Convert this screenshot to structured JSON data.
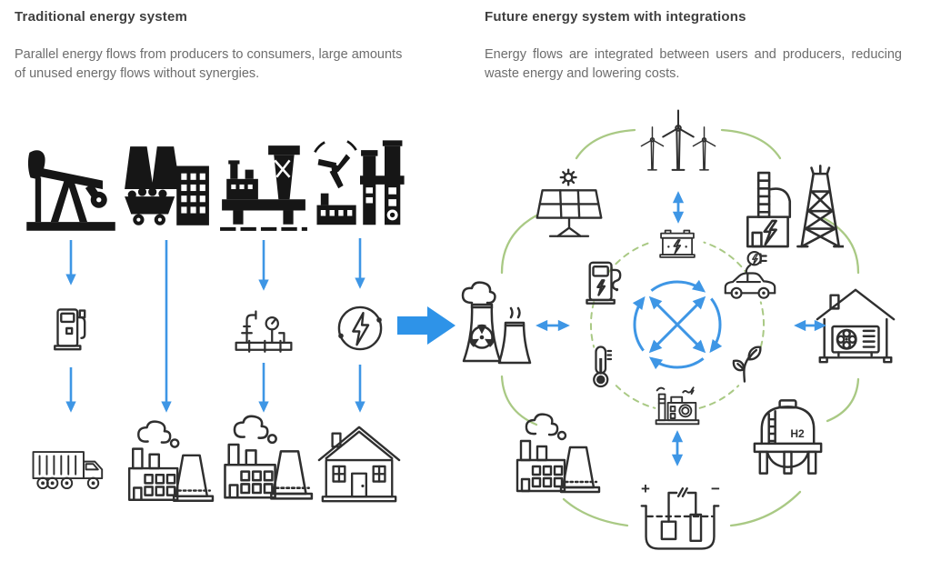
{
  "left_panel": {
    "title": "Traditional energy system",
    "description": "Parallel energy flows from producers to consumers, large amounts of unused energy flows without synergies.",
    "producer_icons": [
      "oil-pump-jack",
      "coal-power-plant",
      "offshore-oil-rig",
      "power-plant-mix"
    ],
    "carrier_icons": [
      "fuel-station",
      "gas-pipeline",
      "electricity"
    ],
    "consumer_icons": [
      "cargo-truck",
      "factory",
      "factory",
      "house"
    ]
  },
  "right_panel": {
    "title": "Future energy system with integrations",
    "description": "Energy flows are integrated between users and producers, reducing waste energy and lowering costs.",
    "tank_label": "H2",
    "electrolyzer_plus": "+",
    "electrolyzer_minus": "−",
    "outer_icons": [
      "wind-farm",
      "solar-panel",
      "power-plant-grid",
      "nuclear-plant",
      "heat-pump-house",
      "factory",
      "electrolyzer",
      "hydrogen-tank"
    ],
    "inner_icons": [
      "battery-storage",
      "ev-charging-station",
      "electric-car",
      "thermometer-heat",
      "bioenergy-sprout",
      "industrial-plant"
    ]
  },
  "colors": {
    "arrow_blue": "#3E96E5",
    "connector_green": "#A9C984",
    "icon_black": "#161616",
    "icon_outline": "#2F2F2F",
    "title_text": "#3F3F3F",
    "body_text": "#6D6D6D",
    "background": "#FFFFFF"
  }
}
